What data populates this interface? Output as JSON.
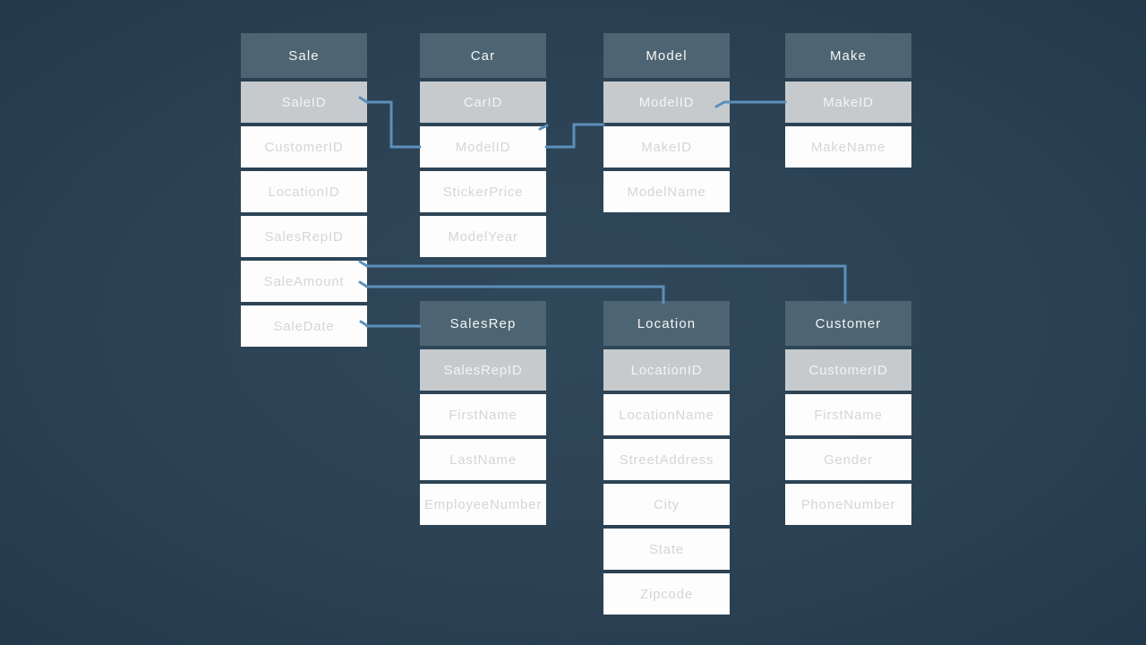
{
  "theme": {
    "bg": "#2b4254",
    "header_bg": "#4d6472",
    "header_text": "#f4f6f7",
    "pk_bg": "#c6cacd",
    "pk_text": "#f2f4f5",
    "row_bg": "#fdfdfd",
    "row_text": "#d3d6d9",
    "line": "#5d8fba"
  },
  "tables": [
    {
      "name": "Sale",
      "fields": [
        "SaleID",
        "CustomerID",
        "LocationID",
        "SalesRepID",
        "SaleAmount",
        "SaleDate"
      ]
    },
    {
      "name": "Car",
      "fields": [
        "CarID",
        "ModelID",
        "StickerPrice",
        "ModelYear"
      ]
    },
    {
      "name": "Model",
      "fields": [
        "ModelID",
        "MakeID",
        "ModelName"
      ]
    },
    {
      "name": "Make",
      "fields": [
        "MakeID",
        "MakeName"
      ]
    },
    {
      "name": "SalesRep",
      "fields": [
        "SalesRepID",
        "FirstName",
        "LastName",
        "EmployeeNumber"
      ]
    },
    {
      "name": "Location",
      "fields": [
        "LocationID",
        "LocationName",
        "StreetAddress",
        "City",
        "State",
        "Zipcode"
      ]
    },
    {
      "name": "Customer",
      "fields": [
        "CustomerID",
        "FirstName",
        "Gender",
        "PhoneNumber"
      ]
    }
  ],
  "connections": [
    {
      "from": "Sale.SaleID",
      "to": "Car.ModelID"
    },
    {
      "from": "Car.ModelID",
      "to": "Model.ModelID"
    },
    {
      "from": "Model.ModelID",
      "to": "Make.MakeID"
    },
    {
      "from": "Sale.SaleAmount",
      "to": "Customer"
    },
    {
      "from": "Sale.SaleAmount",
      "to": "Location"
    },
    {
      "from": "Sale.SaleDate",
      "to": "SalesRep"
    }
  ]
}
